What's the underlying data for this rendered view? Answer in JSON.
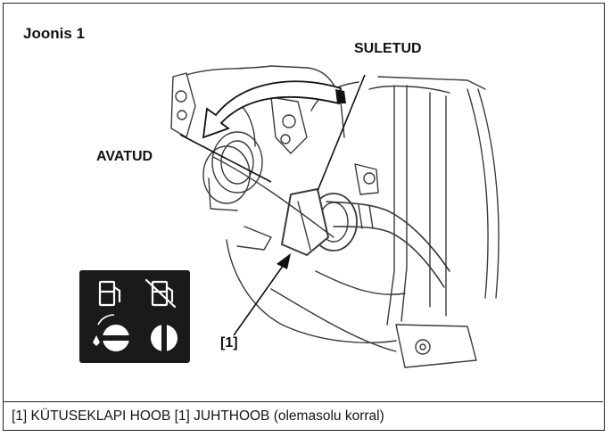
{
  "figure": {
    "title": "Joonis 1"
  },
  "labels": {
    "closed": "SULETUD",
    "open": "AVATUD",
    "reference": "[1]"
  },
  "caption": "[1] KÜTUSEKLAPI HOOB [1] JUHTHOOB (olemasolu korral)",
  "icons": {
    "fuel_on": "fuel-pump-icon",
    "fuel_off": "fuel-pump-crossed-icon",
    "valve_open": "valve-open-icon",
    "valve_closed": "valve-closed-icon"
  },
  "colors": {
    "ink": "#111111",
    "line": "#333333",
    "icon_panel": "#1a1a1a",
    "icon_fg": "#ffffff"
  }
}
